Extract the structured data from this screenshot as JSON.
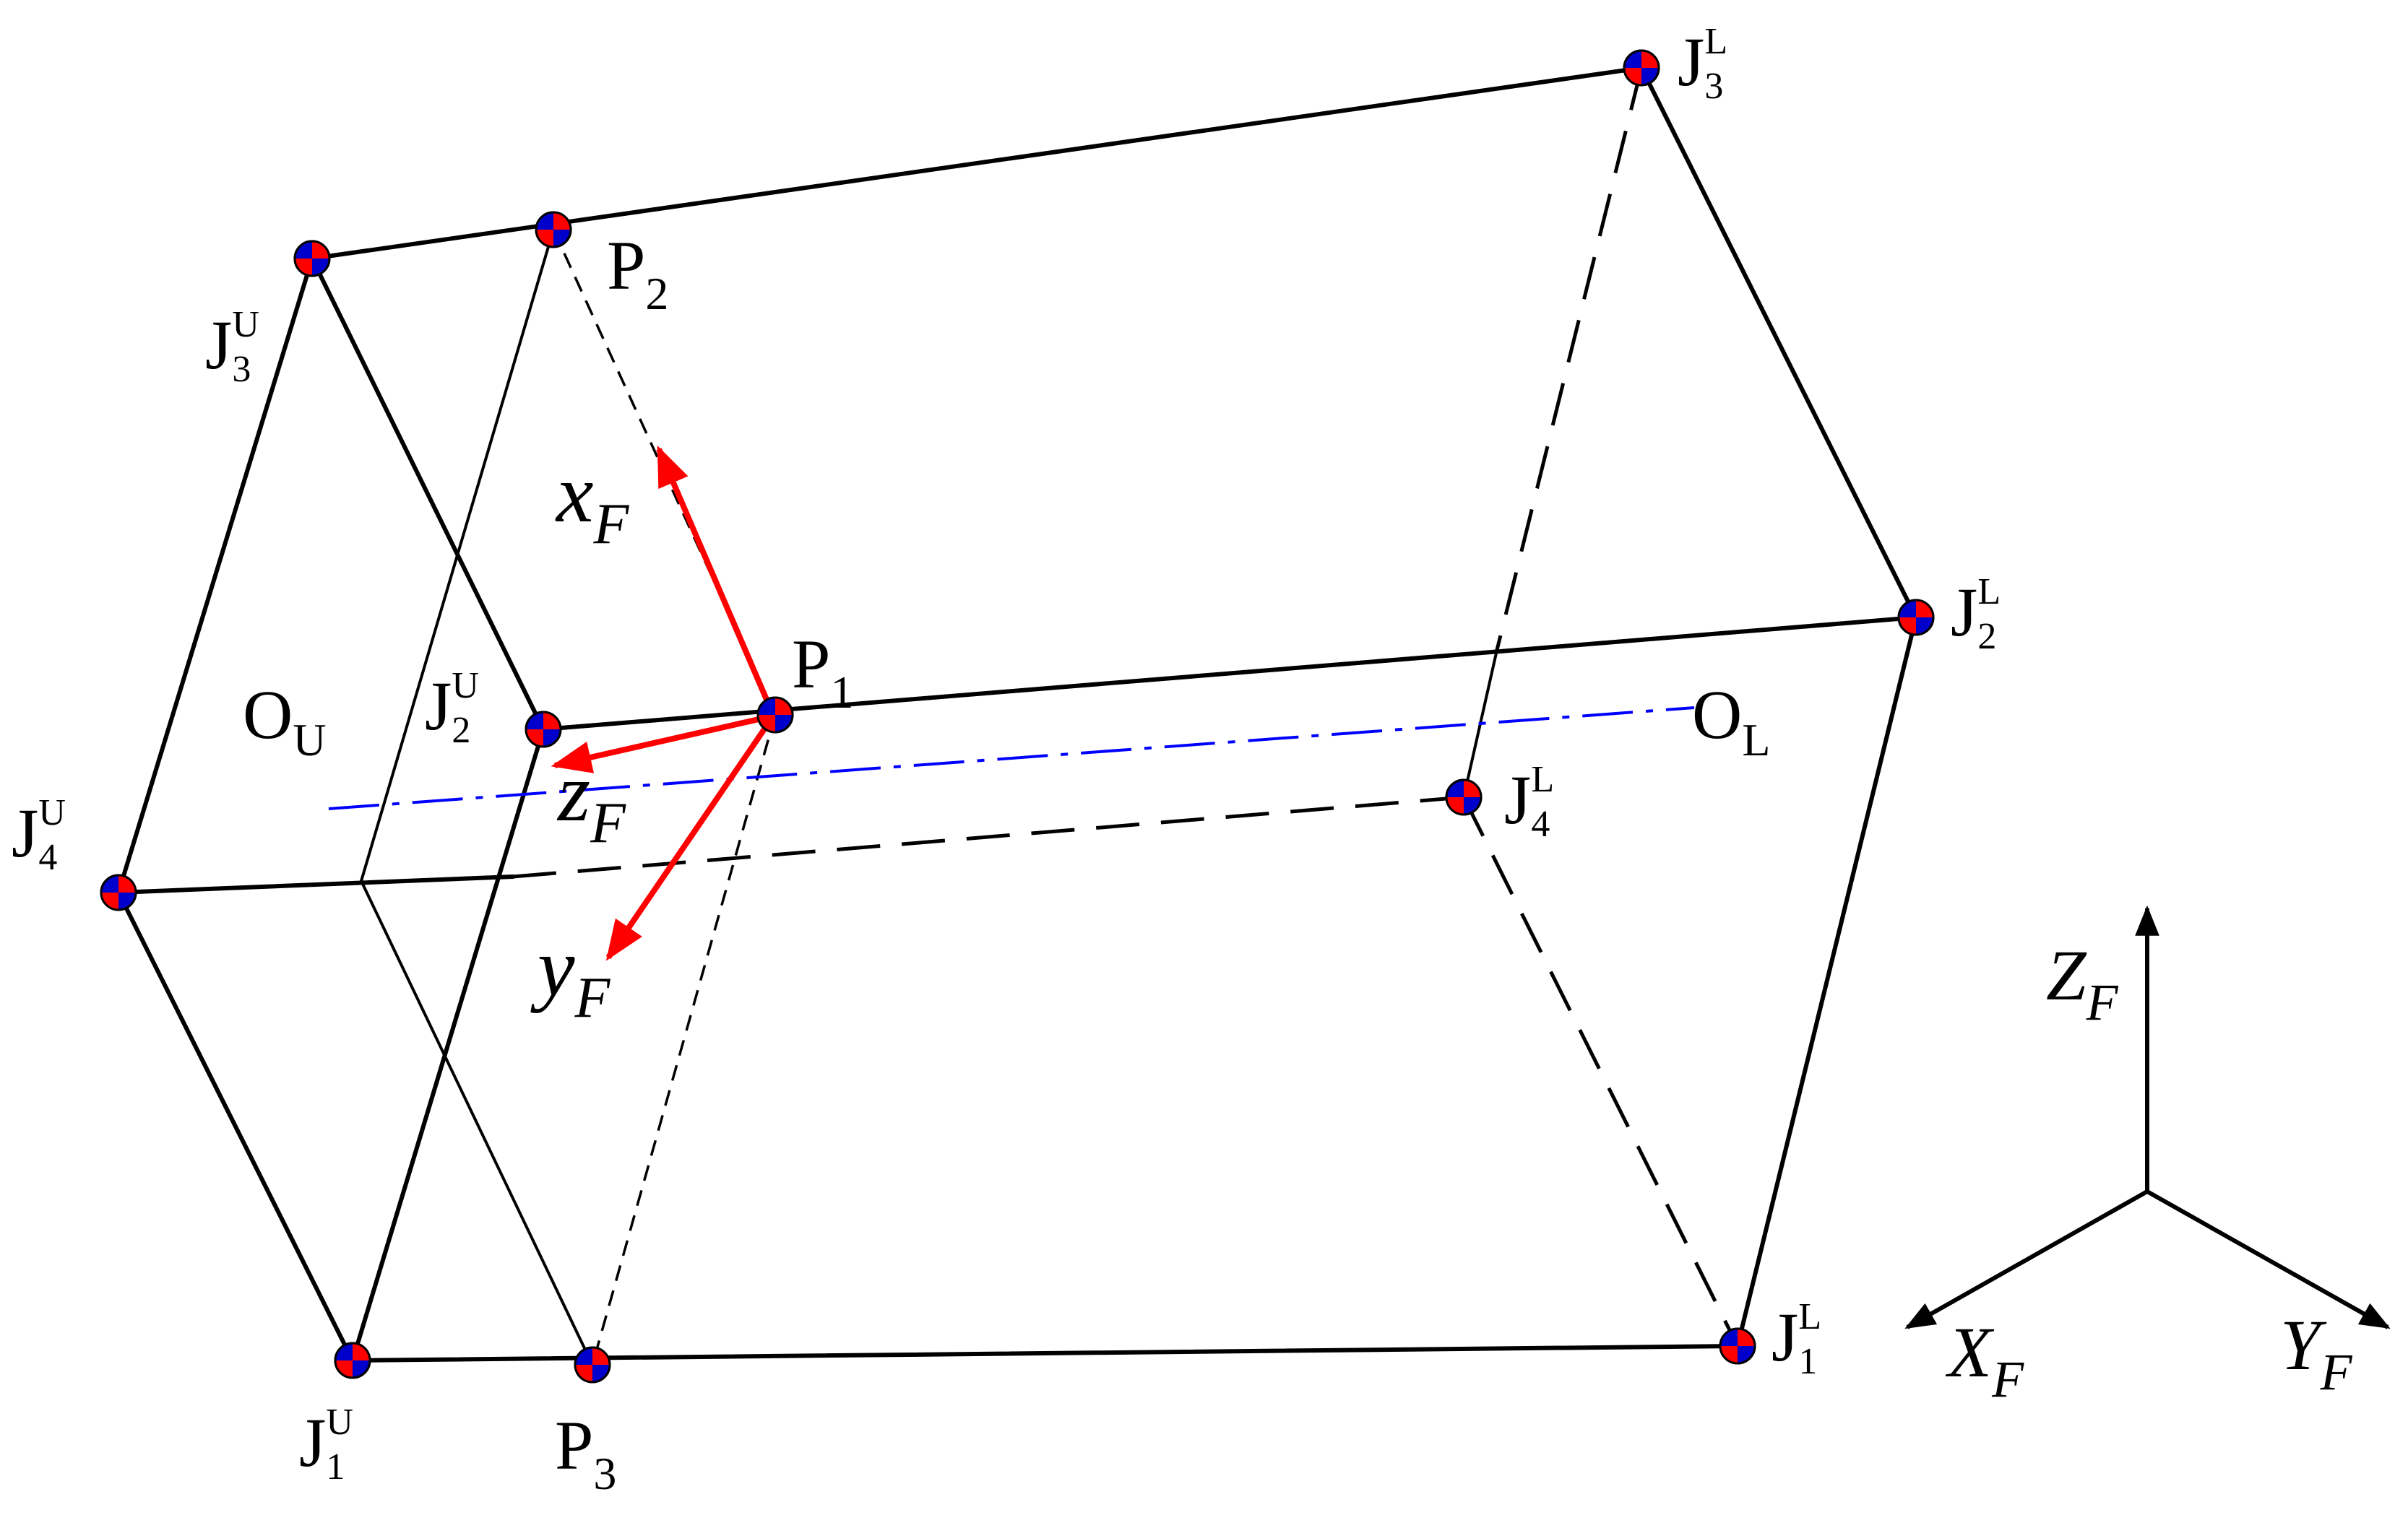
{
  "colors": {
    "line": "#000000",
    "axis": "#ff0000",
    "centerline": "#0000ff",
    "joint_a": "#ff0000",
    "joint_b": "#0000cc"
  },
  "labels": {
    "J1U": {
      "base": "J",
      "sub": "1",
      "sup": "U"
    },
    "J2U": {
      "base": "J",
      "sub": "2",
      "sup": "U"
    },
    "J3U": {
      "base": "J",
      "sub": "3",
      "sup": "U"
    },
    "J4U": {
      "base": "J",
      "sub": "4",
      "sup": "U"
    },
    "J1L": {
      "base": "J",
      "sub": "1",
      "sup": "L"
    },
    "J2L": {
      "base": "J",
      "sub": "2",
      "sup": "L"
    },
    "J3L": {
      "base": "J",
      "sub": "3",
      "sup": "L"
    },
    "J4L": {
      "base": "J",
      "sub": "4",
      "sup": "L"
    },
    "P1": {
      "base": "P",
      "sub": "1"
    },
    "P2": {
      "base": "P",
      "sub": "2"
    },
    "P3": {
      "base": "P",
      "sub": "3"
    },
    "OU": {
      "base": "O",
      "sub": "U"
    },
    "OL": {
      "base": "O",
      "sub": "L"
    },
    "xF": {
      "base": "x",
      "sub": "F"
    },
    "yF": {
      "base": "y",
      "sub": "F"
    },
    "zF": {
      "base": "z",
      "sub": "F"
    },
    "XF": {
      "base": "X",
      "sub": "F"
    },
    "YF": {
      "base": "Y",
      "sub": "F"
    },
    "ZF": {
      "base": "Z",
      "sub": "F"
    }
  }
}
